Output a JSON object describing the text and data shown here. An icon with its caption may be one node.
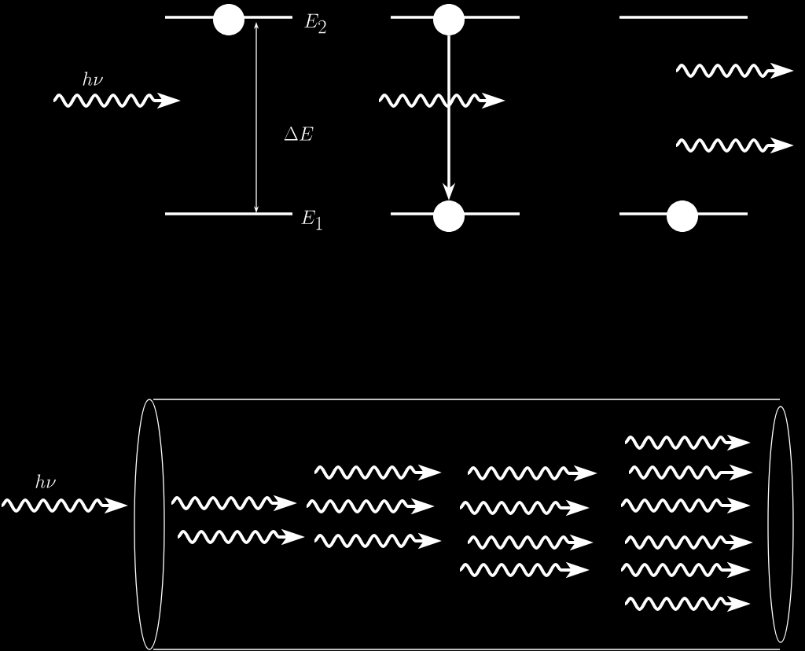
{
  "diagram": {
    "nodes": [
      {
        "text": [],
        "shape": "circle"
      },
      {
        "text": [],
        "shape": "circle"
      },
      {
        "text": [],
        "shape": "circle"
      },
      {
        "text": [],
        "shape": "circle"
      }
    ],
    "edges": [
      {
        "from": 1,
        "to": 2,
        "arrow": "to"
      }
    ],
    "labels": [
      "E_2",
      "h\\nu",
      "\\Delta E",
      "E_1",
      "h\\nu"
    ]
  }
}
